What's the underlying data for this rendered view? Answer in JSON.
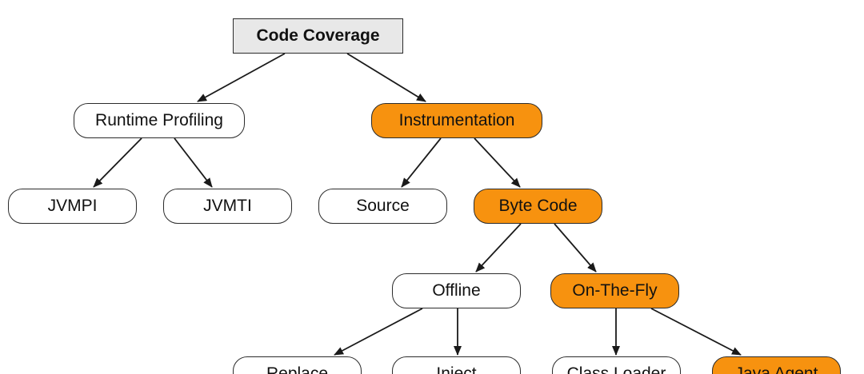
{
  "diagram": {
    "colors": {
      "highlight": "#f7920f",
      "root_fill": "#e8e8e8",
      "default_fill": "#ffffff",
      "stroke": "#2b2b2b"
    },
    "nodes": {
      "root": "Code Coverage",
      "runtime_profiling": "Runtime Profiling",
      "instrumentation": "Instrumentation",
      "jvmpi": "JVMPI",
      "jvmti": "JVMTI",
      "source": "Source",
      "byte_code": "Byte Code",
      "offline": "Offline",
      "on_the_fly": "On-The-Fly",
      "replace": "Replace",
      "inject": "Inject",
      "class_loader": "Class Loader",
      "java_agent": "Java Agent"
    },
    "highlighted": [
      "instrumentation",
      "byte_code",
      "on_the_fly",
      "java_agent"
    ],
    "edges": [
      [
        "root",
        "runtime_profiling"
      ],
      [
        "root",
        "instrumentation"
      ],
      [
        "runtime_profiling",
        "jvmpi"
      ],
      [
        "runtime_profiling",
        "jvmti"
      ],
      [
        "instrumentation",
        "source"
      ],
      [
        "instrumentation",
        "byte_code"
      ],
      [
        "byte_code",
        "offline"
      ],
      [
        "byte_code",
        "on_the_fly"
      ],
      [
        "offline",
        "replace"
      ],
      [
        "offline",
        "inject"
      ],
      [
        "on_the_fly",
        "class_loader"
      ],
      [
        "on_the_fly",
        "java_agent"
      ]
    ]
  }
}
